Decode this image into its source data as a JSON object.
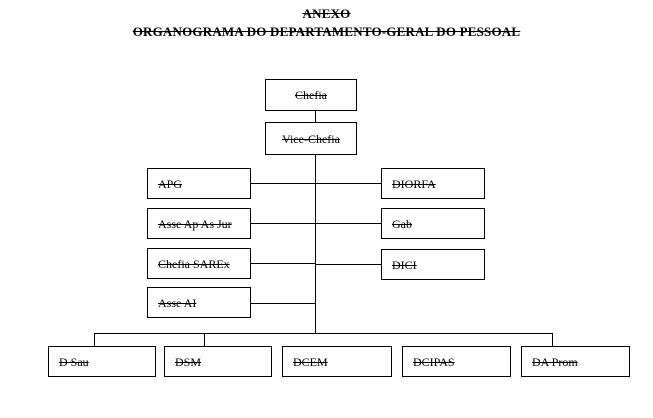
{
  "header": {
    "title": "ANEXO",
    "subtitle": "ORGANOGRAMA DO DEPARTAMENTO-GERAL DO PESSOAL"
  },
  "chart": {
    "top": [
      "Chefia",
      "Vice-Chefia"
    ],
    "left": [
      "APG",
      "Asse Ap As Jur",
      "Chefia SAREx",
      "Asse AI"
    ],
    "right": [
      "DIORFA",
      "Gab",
      "DICI"
    ],
    "bottom": [
      "D Sau",
      "DSM",
      "DCEM",
      "DCIPAS",
      "DA Prom"
    ]
  }
}
